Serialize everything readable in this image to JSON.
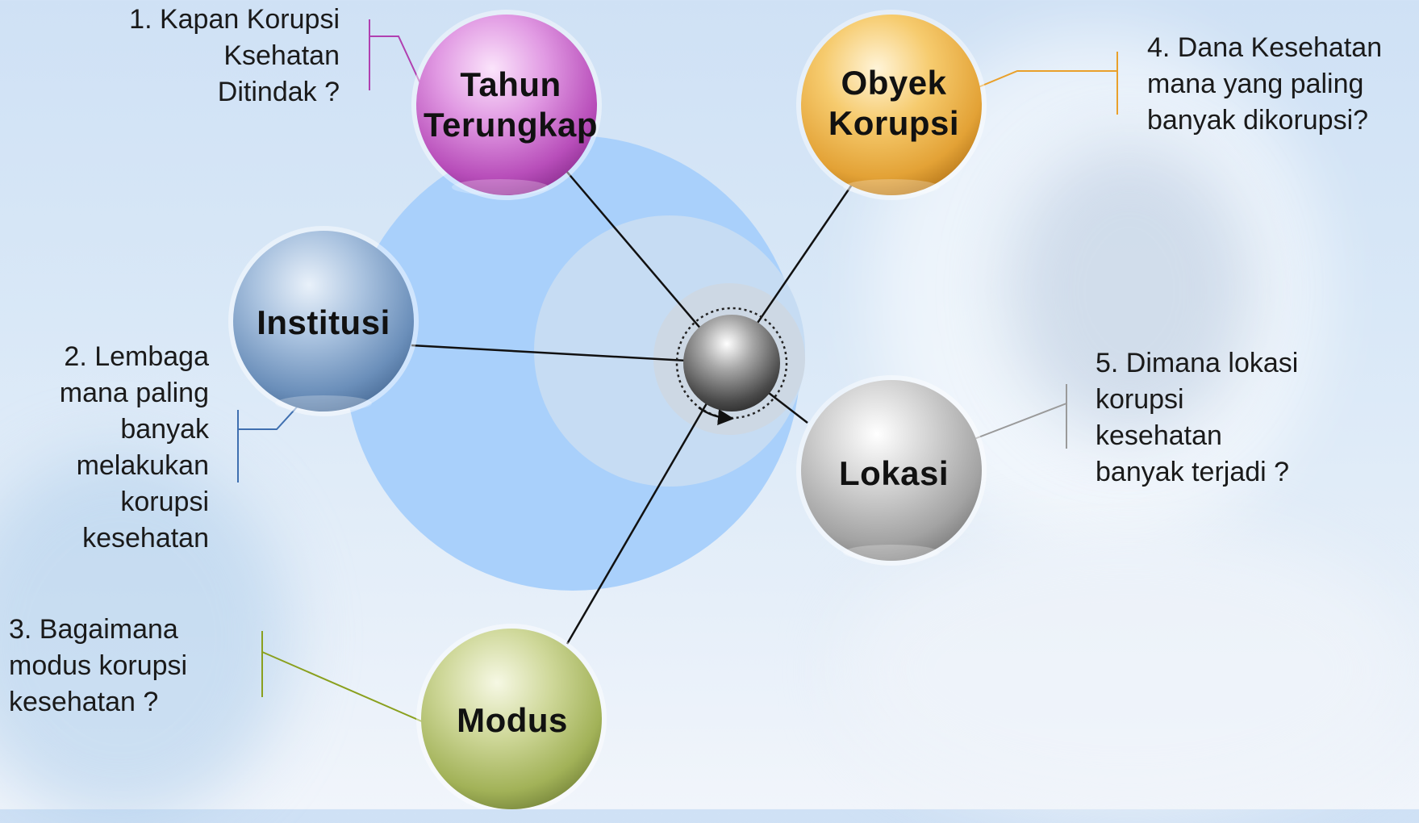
{
  "nodes": {
    "tahun": {
      "label_line1": "Tahun",
      "label_line2": "Terungkap",
      "color": "#c060c0"
    },
    "obyek": {
      "label_line1": "Obyek",
      "label_line2": "Korupsi",
      "color": "#e8a838"
    },
    "institusi": {
      "label_line1": "Institusi",
      "color": "#6f95c2"
    },
    "lokasi": {
      "label_line1": "Lokasi",
      "color": "#a9a9a9"
    },
    "modus": {
      "label_line1": "Modus",
      "color": "#a4b55a"
    }
  },
  "questions": {
    "q1": {
      "lines": [
        "1. Kapan Korupsi",
        "Ksehatan",
        "Ditindak ?"
      ],
      "color": "#b040b0"
    },
    "q2": {
      "lines": [
        "2. Lembaga",
        "mana paling",
        "banyak",
        "melakukan",
        "korupsi",
        "kesehatan"
      ],
      "color": "#3f6fb0"
    },
    "q3": {
      "lines": [
        "3. Bagaimana",
        "modus korupsi",
        "kesehatan ?"
      ],
      "color": "#8aa01e"
    },
    "q4": {
      "lines": [
        "4. Dana Kesehatan",
        "mana yang paling",
        "banyak dikorupsi?"
      ],
      "color": "#e9a02a"
    },
    "q5": {
      "lines": [
        "5. Dimana lokasi",
        "korupsi",
        "kesehatan",
        "banyak terjadi ?"
      ],
      "color": "#9a9a9a"
    }
  }
}
